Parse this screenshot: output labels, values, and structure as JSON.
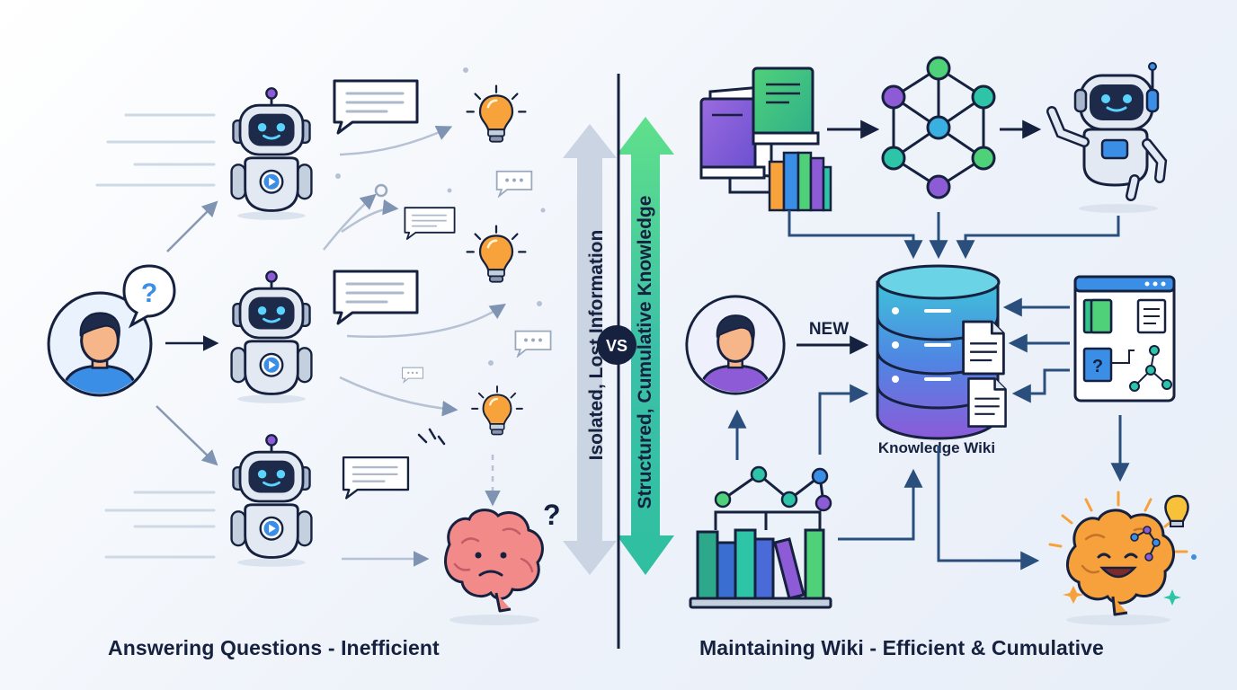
{
  "left_caption": "Answering Questions - Inefficient",
  "right_caption": "Maintaining Wiki - Efficient & Cumulative",
  "left_axis_label": "Isolated, Lost Information",
  "right_axis_label": "Structured, Cumulative Knowledge",
  "vs_label": "VS",
  "new_label": "NEW",
  "wiki_label": "Knowledge Wiki",
  "question_mark": "?",
  "colors": {
    "navy": "#15213f",
    "blue_accent": "#3a8ee6",
    "teal": "#2ec4a8",
    "green": "#4fd17a",
    "purple": "#8e5bd6",
    "gray_arrow": "#c9d3e1",
    "bulb_orange": "#f7a23a",
    "brain_pink": "#f28a8a",
    "brain_orange": "#f6a13b"
  },
  "icons": [
    "user-avatar-icon",
    "question-bubble-icon",
    "robot-icon",
    "chat-bubble-icon",
    "lightbulb-icon",
    "confused-brain-icon",
    "books-icon",
    "network-graph-icon",
    "waving-robot-icon",
    "database-icon",
    "document-icon",
    "wiki-window-icon",
    "bookshelf-icon",
    "happy-brain-icon"
  ]
}
